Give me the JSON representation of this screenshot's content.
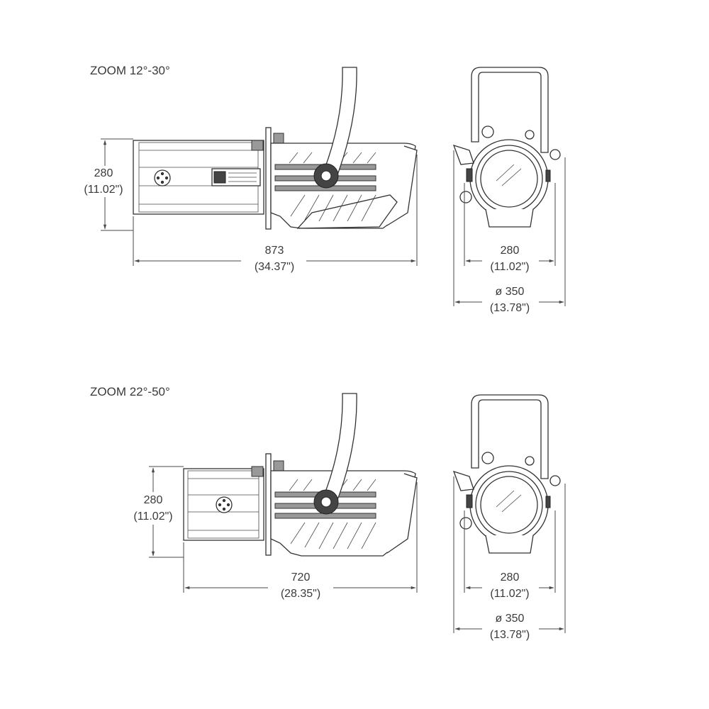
{
  "views": [
    {
      "title": "ZOOM 12°-30°",
      "side": {
        "height_mm": "280",
        "height_in": "(11.02\")",
        "length_mm": "873",
        "length_in": "(34.37\")"
      },
      "front": {
        "width_mm": "280",
        "width_in": "(11.02\")",
        "diameter_mm": "ø 350",
        "diameter_in": "(13.78\")"
      }
    },
    {
      "title": "ZOOM 22°-50°",
      "side": {
        "height_mm": "280",
        "height_in": "(11.02\")",
        "length_mm": "720",
        "length_in": "(28.35\")"
      },
      "front": {
        "width_mm": "280",
        "width_in": "(11.02\")",
        "diameter_mm": "ø 350",
        "diameter_in": "(13.78\")"
      }
    }
  ]
}
